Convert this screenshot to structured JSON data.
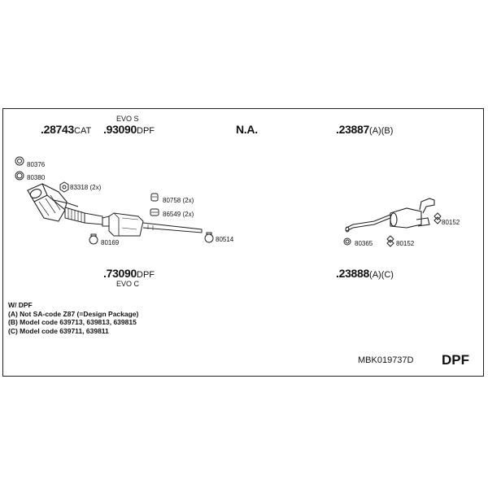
{
  "parts": {
    "p28743": {
      "num": ".28743",
      "suffix": "CAT"
    },
    "p93090": {
      "num": ".93090",
      "suffix": "DPF",
      "label": "EVO S"
    },
    "na": "N.A.",
    "p23887": {
      "num": ".23887",
      "suffix": "(A)(B)"
    },
    "p73090": {
      "num": ".73090",
      "suffix": "DPF",
      "label": "EVO C"
    },
    "p23888": {
      "num": ".23888",
      "suffix": "(A)(C)"
    }
  },
  "small_parts": {
    "s80376": "80376",
    "s80380": "80380",
    "s83318": "83318 (2x)",
    "s80758": "80758 (2x)",
    "s86549": "86549 (2x)",
    "s80169": "80169",
    "s80514": "80514",
    "s80152a": "80152",
    "s80365": "80365",
    "s80152b": "80152"
  },
  "notes": [
    "W/ DPF",
    "(A) Not SA-code Z87 (=Design Package)",
    "(B) Model code 639713, 639813, 639815",
    "(C) Model code 639711, 639811"
  ],
  "footer": {
    "code": "MBK019737D",
    "type": "DPF"
  }
}
